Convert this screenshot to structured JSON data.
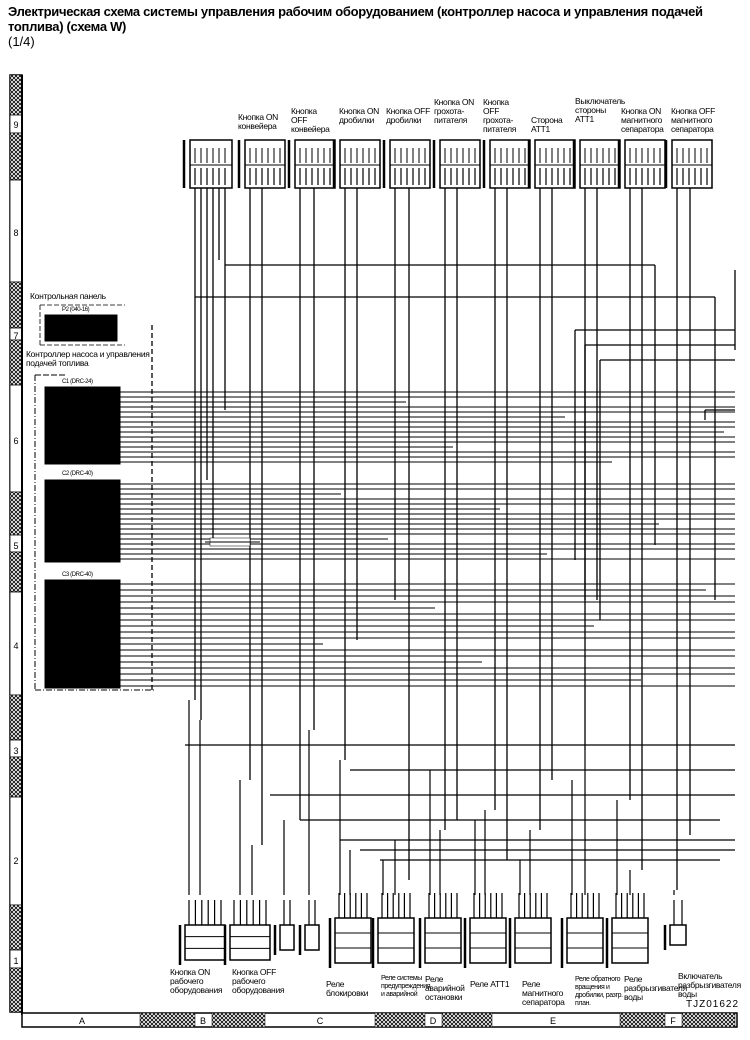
{
  "title": "Электрическая схема системы управления рабочим оборудованием (контроллер насоса и управления подачей топлива) (схема W)",
  "page": "(1/4)",
  "drawing_code": "TJZ01622",
  "row_labels": [
    "9",
    "8",
    "7",
    "6",
    "5",
    "4",
    "3",
    "2",
    "1"
  ],
  "column_labels": [
    "A",
    "B",
    "C",
    "D",
    "E",
    "F"
  ],
  "left_panel": {
    "control_panel": "Контрольная панель",
    "control_panel_connector": "P2 (040-16)",
    "controller": "Контроллер насоса и управления подачей топлива",
    "connectors": [
      "C1 (DRC-24)",
      "C2 (DRC-40)",
      "C3 (DRC-40)"
    ]
  },
  "top_components": [
    "Кнопка ON конвейера",
    "Кнопка OFF конвейера",
    "Кнопка ON дробилки",
    "Кнопка OFF дробилки",
    "Кнопка ON грохота-питателя",
    "Кнопка OFF грохота-питателя",
    "Сторона ATT1",
    "Выключатель стороны ATT1",
    "Кнопка ON магнитного сепаратора",
    "Кнопка OFF магнитного сепаратора"
  ],
  "bottom_components": [
    "Кнопка ON рабочего оборудования",
    "Кнопка OFF рабочего оборудования",
    "Реле блокировки",
    "Реле системы предупреждения и аварийной",
    "Реле аварийной остановки",
    "Реле ATT1",
    "Реле магнитного сепаратора",
    "Реле обратного вращения и дробилки, разгр. план.",
    "Реле разбрызгивателя воды",
    "Включатель разбрызгивателя воды"
  ]
}
